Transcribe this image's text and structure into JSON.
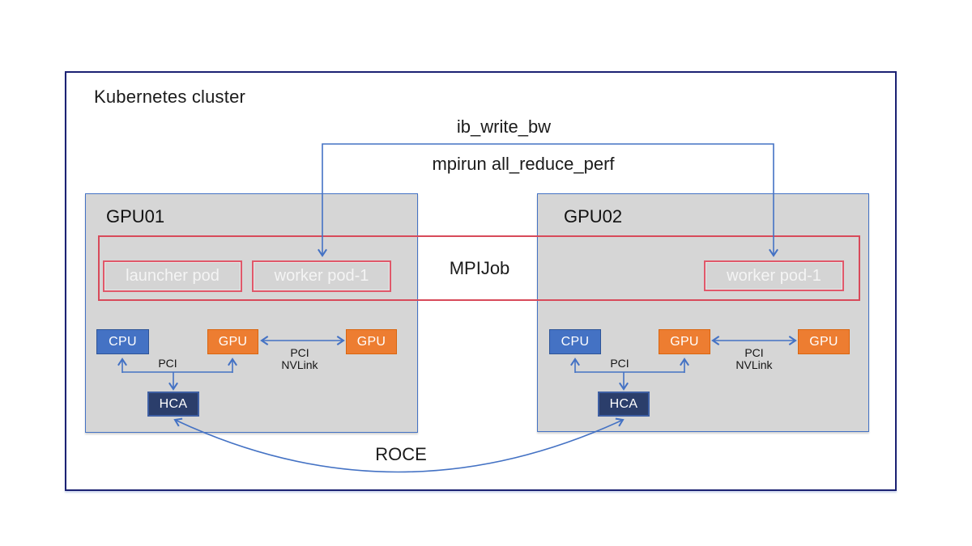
{
  "cluster": {
    "title": "Kubernetes cluster"
  },
  "connections": {
    "ib_write_bw_label": "ib_write_bw",
    "mpirun_label": "mpirun all_reduce_perf",
    "mpijob_label": "MPIJob",
    "roce_label": "ROCE"
  },
  "nodes": [
    {
      "title": "GPU01",
      "pods": [
        {
          "label": "launcher pod"
        },
        {
          "label": "worker pod-1"
        }
      ],
      "components": {
        "cpu": "CPU",
        "gpu_left": "GPU",
        "gpu_right": "GPU",
        "hca": "HCA"
      },
      "labels": {
        "pci": "PCI",
        "pci_nvlink": "PCI\nNVLink"
      }
    },
    {
      "title": "GPU02",
      "pods": [
        {
          "label": "worker pod-1"
        }
      ],
      "components": {
        "cpu": "CPU",
        "gpu_left": "GPU",
        "gpu_right": "GPU",
        "hca": "HCA"
      },
      "labels": {
        "pci": "PCI",
        "pci_nvlink": "PCI\nNVLink"
      }
    }
  ],
  "colors": {
    "outer_border": "#1c2273",
    "node_fill": "#d6d6d6",
    "node_border": "#4472c4",
    "wire_blue": "#4472c4",
    "mpijob_red": "#d84a5a",
    "pod_border": "#e0586a",
    "cpu_fill": "#4472c4",
    "gpu_fill": "#ed7d31",
    "hca_fill": "#2b3e6b"
  }
}
